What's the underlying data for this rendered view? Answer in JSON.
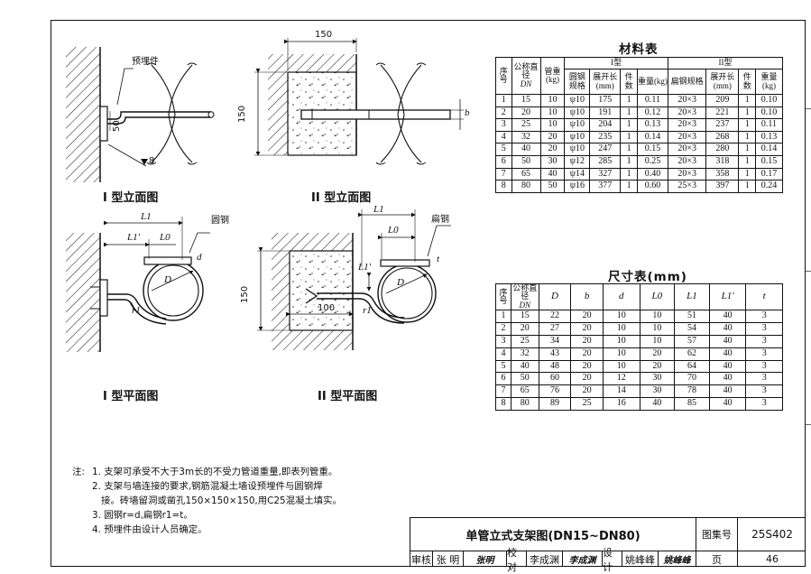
{
  "mat_table": {
    "title": "材料表",
    "h_seq": "序号",
    "h_dn": "公称直径",
    "h_dn_sym": "DN",
    "h_load": "管重(kg)",
    "h_type1": "I型",
    "h_type2": "II型",
    "h_rb_spec": "圆钢规格",
    "h_len": "展开长(mm)",
    "h_cnt": "件数",
    "h_wt": "重量(kg)",
    "h_fb_spec": "扁钢规格",
    "rows": [
      [
        "1",
        "15",
        "10",
        "ψ10",
        "175",
        "1",
        "0.11",
        "20×3",
        "209",
        "1",
        "0.10"
      ],
      [
        "2",
        "20",
        "10",
        "ψ10",
        "191",
        "1",
        "0.12",
        "20×3",
        "221",
        "1",
        "0.10"
      ],
      [
        "3",
        "25",
        "10",
        "ψ10",
        "204",
        "1",
        "0.13",
        "20×3",
        "237",
        "1",
        "0.11"
      ],
      [
        "4",
        "32",
        "20",
        "ψ10",
        "235",
        "1",
        "0.14",
        "20×3",
        "268",
        "1",
        "0.13"
      ],
      [
        "5",
        "40",
        "20",
        "ψ10",
        "247",
        "1",
        "0.15",
        "20×3",
        "280",
        "1",
        "0.14"
      ],
      [
        "6",
        "50",
        "30",
        "ψ12",
        "285",
        "1",
        "0.25",
        "20×3",
        "318",
        "1",
        "0.15"
      ],
      [
        "7",
        "65",
        "40",
        "ψ14",
        "327",
        "1",
        "0.40",
        "20×3",
        "358",
        "1",
        "0.17"
      ],
      [
        "8",
        "80",
        "50",
        "ψ16",
        "377",
        "1",
        "0.60",
        "25×3",
        "397",
        "1",
        "0.24"
      ]
    ]
  },
  "dim_table": {
    "title": "尺寸表(mm)",
    "h_seq": "序号",
    "h_dn": "公称直径",
    "h_dn_sym": "DN",
    "h_D": "D",
    "h_b": "b",
    "h_d": "d",
    "h_L0": "L0",
    "h_L1": "L1",
    "h_L1p": "L1'",
    "h_t": "t",
    "rows": [
      [
        "1",
        "15",
        "22",
        "20",
        "10",
        "10",
        "51",
        "40",
        "3"
      ],
      [
        "2",
        "20",
        "27",
        "20",
        "10",
        "10",
        "54",
        "40",
        "3"
      ],
      [
        "3",
        "25",
        "34",
        "20",
        "10",
        "10",
        "57",
        "40",
        "3"
      ],
      [
        "4",
        "32",
        "43",
        "20",
        "10",
        "20",
        "62",
        "40",
        "3"
      ],
      [
        "5",
        "40",
        "48",
        "20",
        "10",
        "20",
        "64",
        "40",
        "3"
      ],
      [
        "6",
        "50",
        "60",
        "20",
        "12",
        "30",
        "70",
        "40",
        "3"
      ],
      [
        "7",
        "65",
        "76",
        "20",
        "14",
        "30",
        "78",
        "40",
        "3"
      ],
      [
        "8",
        "80",
        "89",
        "25",
        "16",
        "40",
        "85",
        "40",
        "3"
      ]
    ]
  },
  "drawings": {
    "t1_elev_title": "I 型立面图",
    "t2_elev_title": "II 型立面图",
    "t1_plan_title": "I 型平面图",
    "t2_plan_title": "II 型平面图",
    "embed_label": "预埋件",
    "round_steel": "圆钢",
    "flat_steel": "扁钢",
    "dim_150a": "150",
    "dim_150b": "150",
    "dim_150c": "150",
    "dim_100": "100",
    "dim_50": "50",
    "dim_8": "8",
    "sym_b": "b",
    "sym_L1": "L1",
    "sym_L1p": "L1'",
    "sym_L0": "L0",
    "sym_d": "d",
    "sym_t": "t",
    "sym_D": "D",
    "sym_r1": "r1"
  },
  "notes": {
    "prefix": "注:",
    "n1": "1. 支架可承受不大于3m长的不受力管道重量,即表列管重。",
    "n2a": "2. 支架与墙连接的要求,钢筋混凝土墙设预埋件与圆钢焊",
    "n2b": "接。砖墙留洞或凿孔150×150×150,用C25混凝土填实。",
    "n3": "3. 圆钢r=d,扁钢r1=t。",
    "n4": "4. 预埋件由设计人员确定。"
  },
  "title_block": {
    "title": "单管立式支架图(DN15~DN80)",
    "atlas_label": "图集号",
    "atlas_no": "25S402",
    "review": "审核",
    "reviewer": "张 明",
    "review_sig": "张明",
    "check": "校对",
    "checker": "李成渊",
    "check_sig": "李成渊",
    "design": "设计",
    "designer": "姚峰峰",
    "design_sig": "姚峰峰",
    "page_label": "页",
    "page_no": "46"
  }
}
